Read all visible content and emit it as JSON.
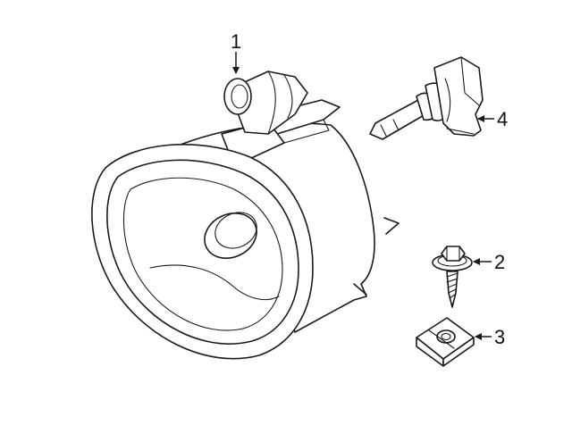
{
  "diagram": {
    "callouts": [
      {
        "number": "1"
      },
      {
        "number": "2"
      },
      {
        "number": "3"
      },
      {
        "number": "4"
      }
    ]
  }
}
